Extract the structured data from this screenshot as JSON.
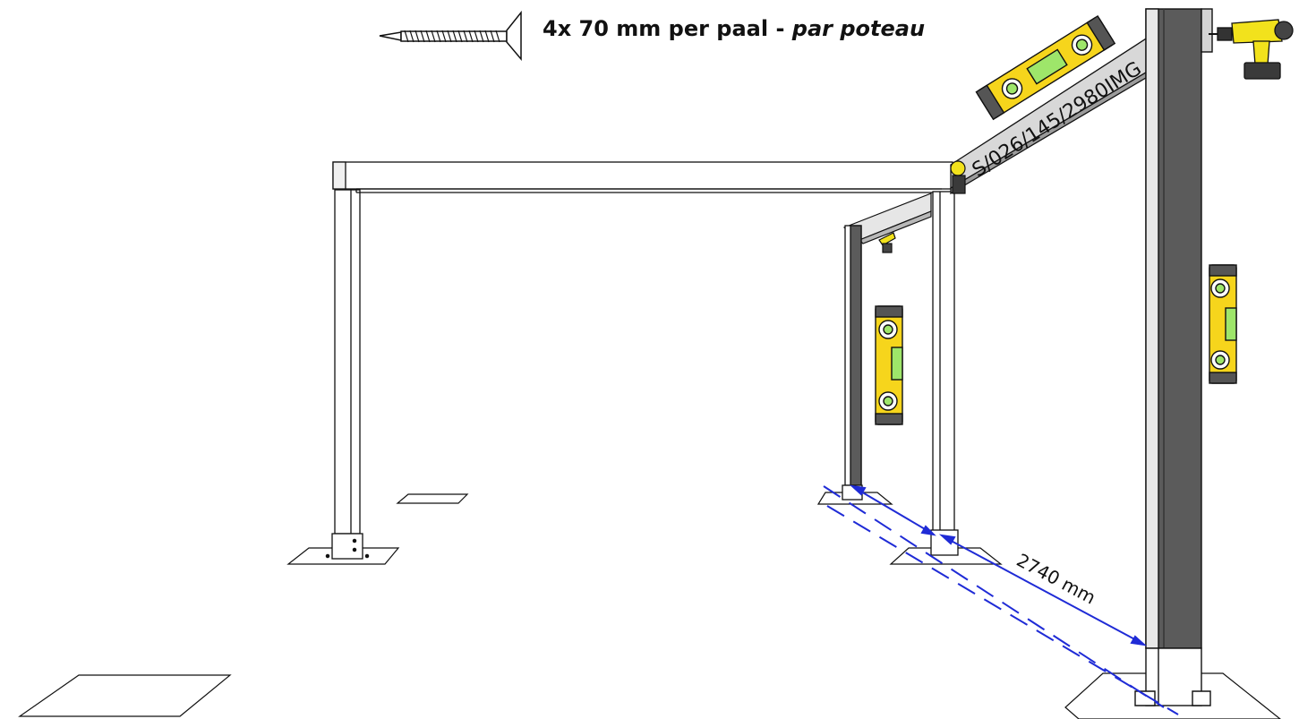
{
  "caption": {
    "quantity": "4x 70 mm per paal -",
    "french": "par poteau"
  },
  "beam_code": "S/026/145/2980IMG",
  "dimension": "2740 mm",
  "colors": {
    "dimension_line": "#1f2bd6",
    "post_dark": "#5b5b5b",
    "post_light": "#f4f4f4",
    "level_body": "#f6d51c",
    "level_vial": "#9ee66a",
    "drill_body": "#f2e21c",
    "outline": "#111111"
  },
  "icons": {
    "screw": "screw-icon",
    "drill": "drill-icon",
    "level": "spirit-level-icon"
  }
}
